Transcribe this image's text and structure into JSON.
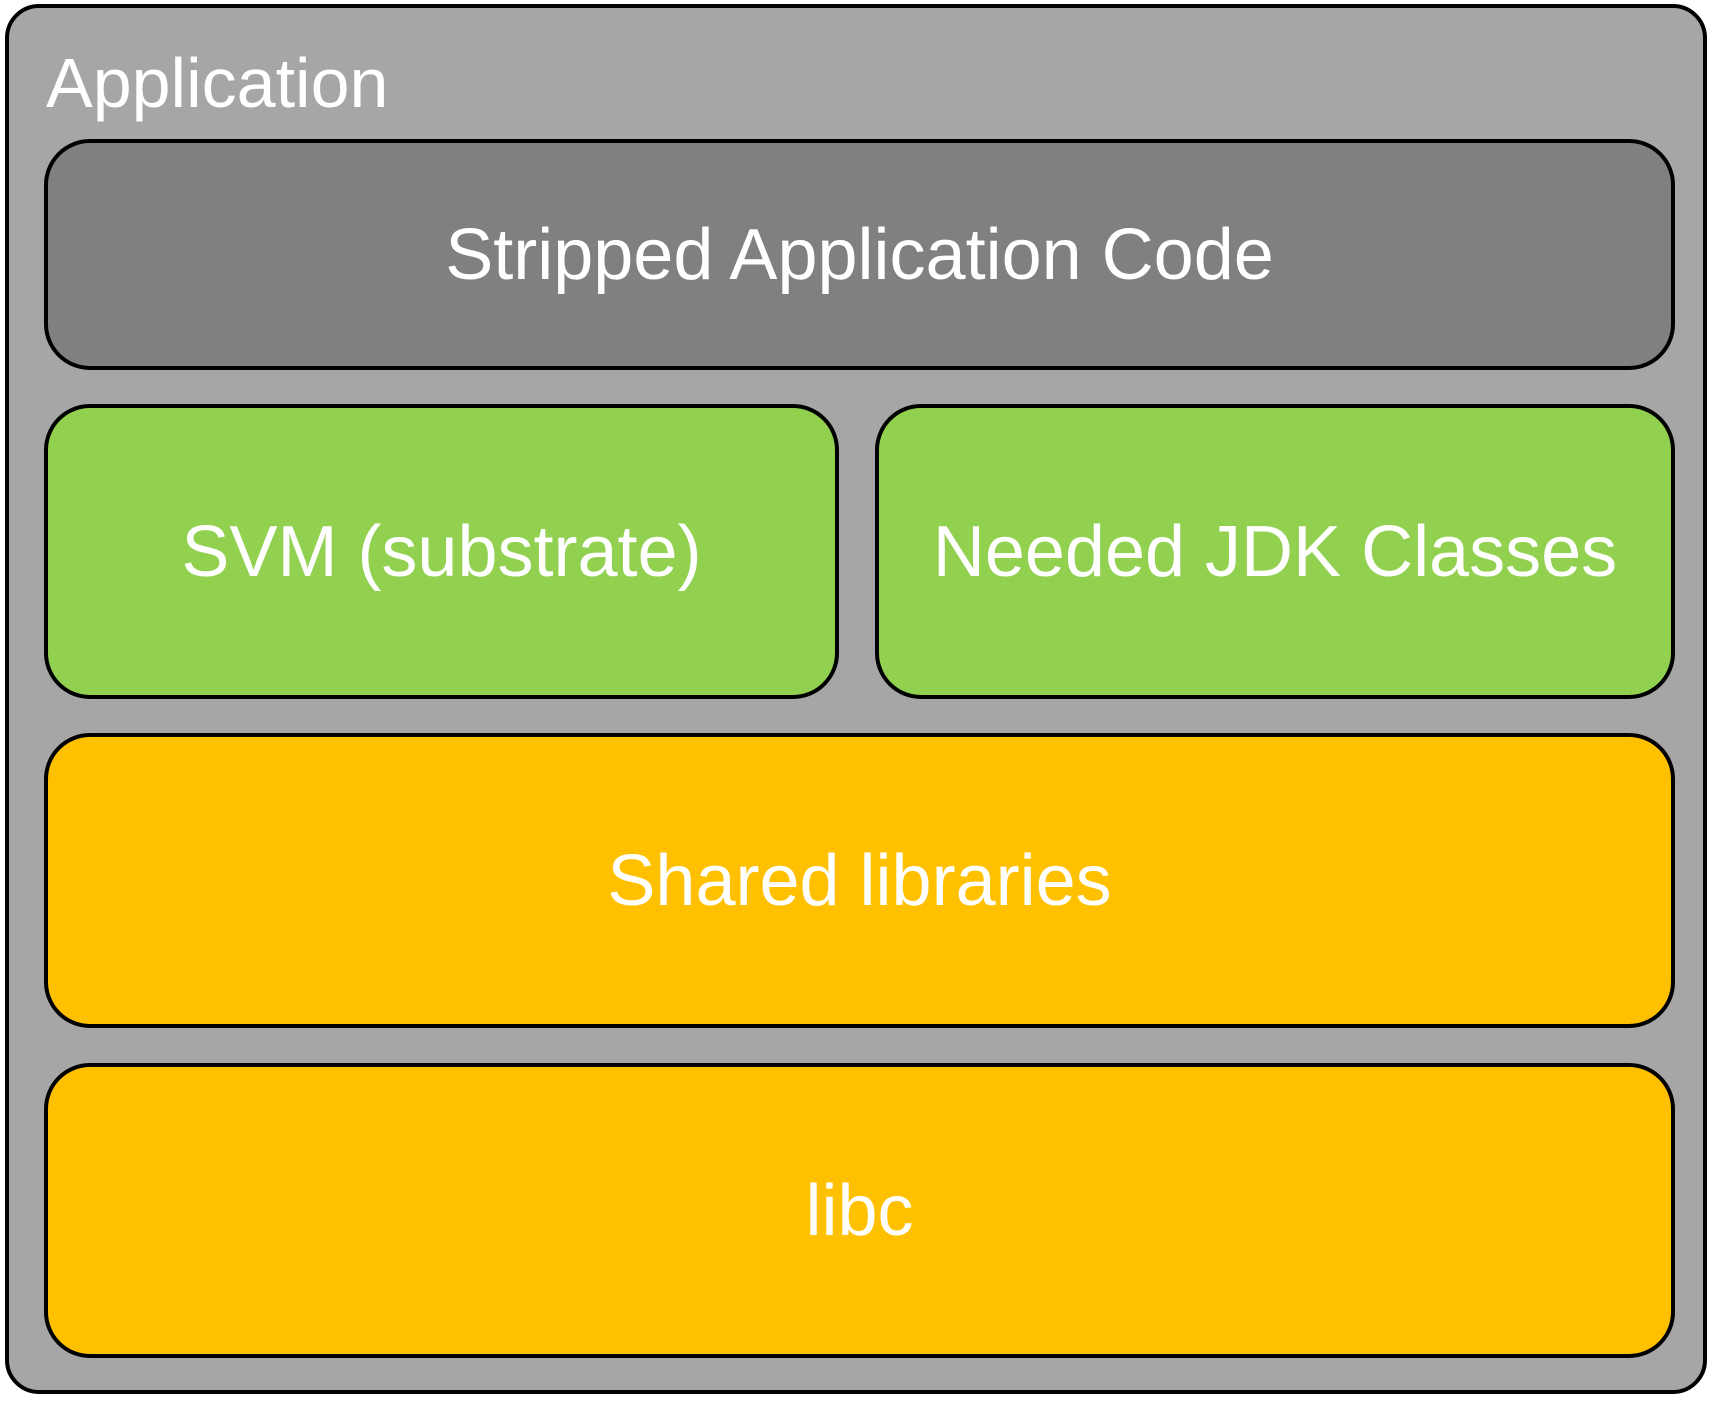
{
  "diagram": {
    "container": {
      "title": "Application",
      "fill": "#a6a6a6"
    },
    "layers": {
      "stripped": {
        "label": "Stripped Application Code",
        "fill": "#808080"
      },
      "svm": {
        "label": "SVM (substrate)",
        "fill": "#92d050"
      },
      "jdk": {
        "label": "Needed JDK Classes",
        "fill": "#92d050"
      },
      "shared": {
        "label": "Shared libraries",
        "fill": "#ffc000"
      },
      "libc": {
        "label": "libc",
        "fill": "#ffc000"
      }
    },
    "text_color": "#ffffff",
    "border_color": "#000000"
  }
}
